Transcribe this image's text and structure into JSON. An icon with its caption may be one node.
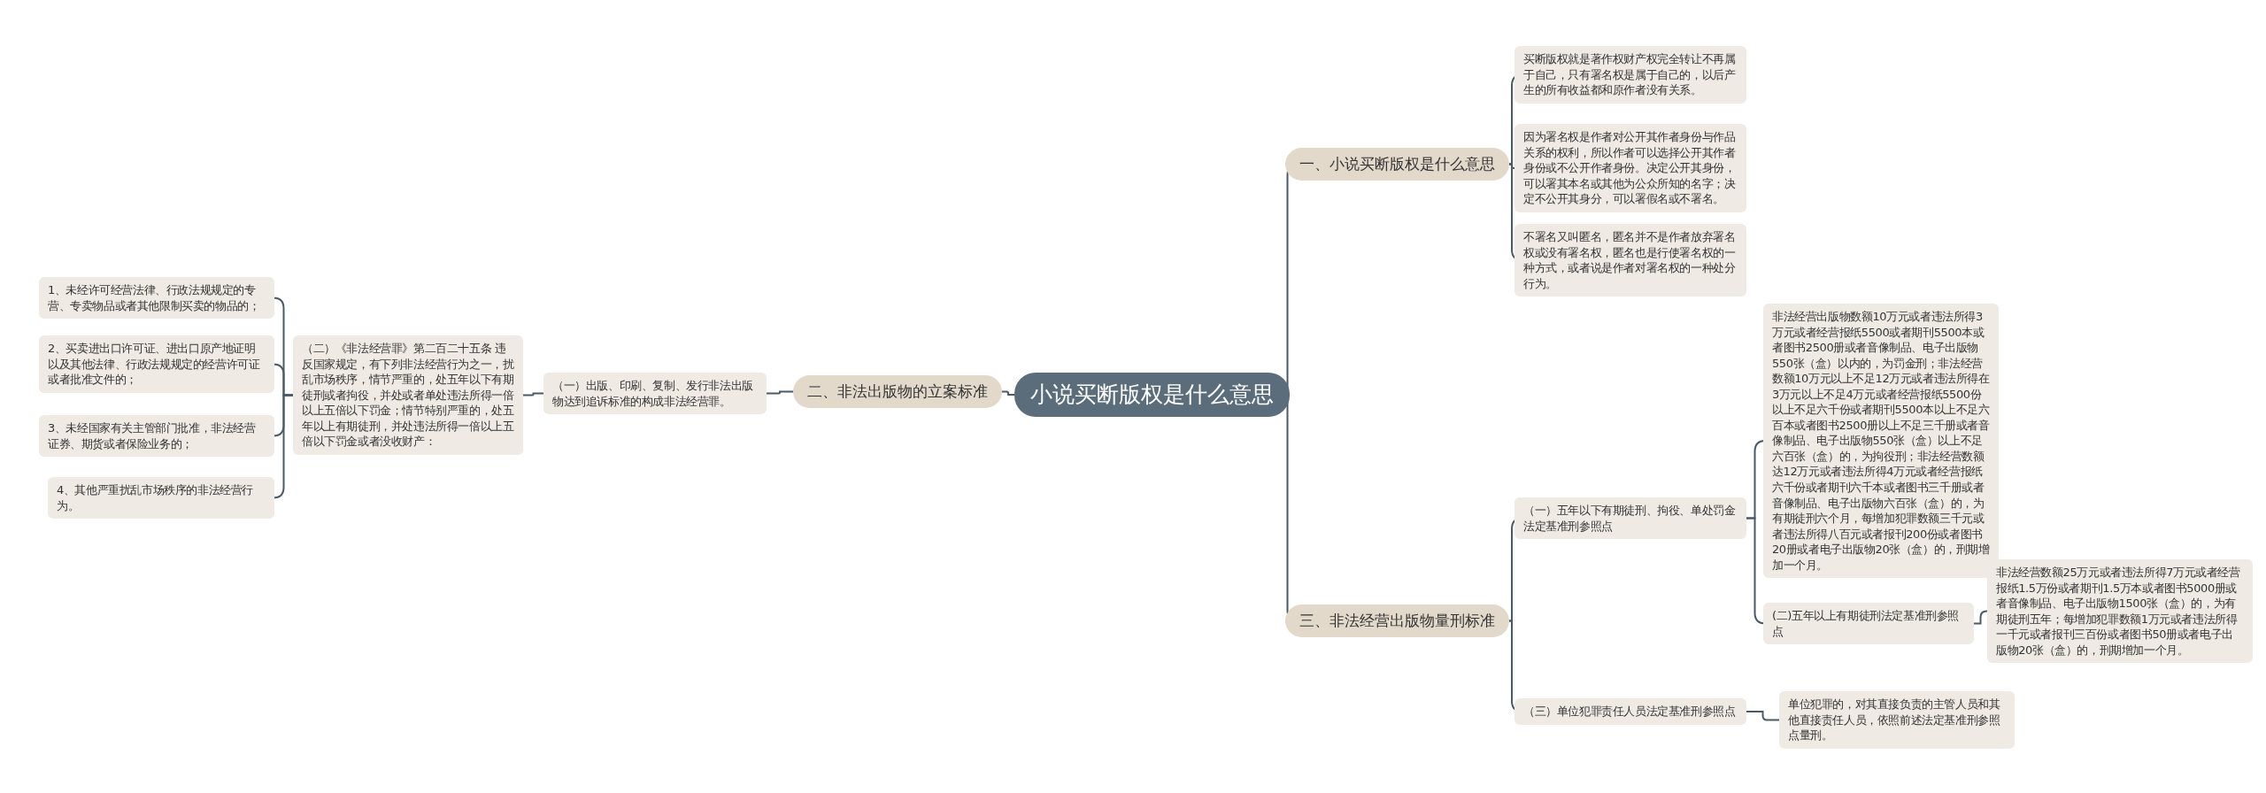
{
  "diagram": {
    "nodes": [
      {
        "text": [
          "小说买断版权是什么意思"
        ]
      },
      {
        "text": [
          "一、小说买断版权是什么意思"
        ]
      },
      {
        "text": [
          "买断版权就是著作权财产权完全转让不再属于自己，只有署名权是属于自己的，以后产生的所有收益都和原作者没有关系。"
        ]
      },
      {
        "text": [
          "因为署名权是作者对公开其作者身份与作品关系的权利，所以作者可以选择公开其作者身份或不公开作者身份。决定公开其身份，可以署其本名或其他为公众所知的名字；决定不公开其身分，可以署假名或不署名。"
        ]
      },
      {
        "text": [
          "不署名又叫匿名，匿名并不是作者放弃署名权或没有署名权，匿名也是行使署名权的一种方式，或者说是作者对署名权的一种处分行为。"
        ]
      },
      {
        "text": [
          "二、非法出版物的立案标准"
        ]
      },
      {
        "text": [
          "（一）出版、印刷、复制、发行非法出版物达到追诉标准的构成非法经营罪。"
        ]
      },
      {
        "text": [
          "（二）《非法经营罪》第二百二十五条 违反国家规定，有下列非法经营行为之一，扰乱市场秩序，情节严重的，处五年以下有期徒刑或者拘役，并处或者单处违法所得一倍以上五倍以下罚金；情节特别严重的，处五年以上有期徒刑，并处违法所得一倍以上五倍以下罚金或者没收财产："
        ]
      },
      {
        "text": [
          "1、未经许可经营法律、行政法规规定的专营、专卖物品或者其他限制买卖的物品的；"
        ]
      },
      {
        "text": [
          "2、买卖进出口许可证、进出口原产地证明以及其他法律、行政法规规定的经营许可证或者批准文件的；"
        ]
      },
      {
        "text": [
          "3、未经国家有关主管部门批准，非法经营证券、期货或者保险业务的；"
        ]
      },
      {
        "text": [
          "4、其他严重扰乱市场秩序的非法经营行为。"
        ]
      },
      {
        "text": [
          "三、非法经营出版物量刑标准"
        ]
      },
      {
        "text": [
          "（一）五年以下有期徒刑、拘役、单处罚金法定基准刑参照点"
        ]
      },
      {
        "text": [
          "非法经营出版物数额10万元或者违法所得3万元或者经营报纸5500或者期刊5500本或者图书2500册或者音像制品、电子出版物550张（盒）以内的，为罚金刑；非法经营数额10万元以上不足12万元或者违法所得在3万元以上不足4万元或者经营报纸5500份以上不足六千份或者期刊5500本以上不足六百本或者图书2500册以上不足三千册或者音像制品、电子出版物550张（盒）以上不足六百张（盒）的，为拘役刑；非法经营数额达12万元或者违法所得4万元或者经营报纸六千份或者期刊六千本或者图书三千册或者音像制品、电子出版物六百张（盒）的，为有期徒刑六个月，每增加犯罪数额三千元或者违法所得八百元或者报刊200份或者图书20册或者电子出版物20张（盒）的，刑期增加一个月。"
        ]
      },
      {
        "text": [
          "(二)五年以上有期徒刑法定基准刑参照点"
        ]
      },
      {
        "text": [
          "非法经营数额25万元或者违法所得7万元或者经营报纸1.5万份或者期刊1.5万本或者图书5000册或者音像制品、电子出版物1500张（盒）的，为有期徒刑五年；每增加犯罪数额1万元或者违法所得一千元或者报刊三百份或者图书50册或者电子出版物20张（盒）的，刑期增加一个月。"
        ]
      },
      {
        "text": [
          "（三）单位犯罪责任人员法定基准刑参照点"
        ]
      },
      {
        "text": [
          "单位犯罪的，对其直接负责的主管人员和其他直接责任人员，依照前述法定基准刑参照点量刑。"
        ]
      }
    ],
    "edges": [
      {
        "from": 0,
        "to": 1,
        "arrow": "none"
      },
      {
        "from": 1,
        "to": 2,
        "arrow": "none"
      },
      {
        "from": 1,
        "to": 3,
        "arrow": "none"
      },
      {
        "from": 1,
        "to": 4,
        "arrow": "none"
      },
      {
        "from": 0,
        "to": 5,
        "arrow": "none"
      },
      {
        "from": 5,
        "to": 6,
        "arrow": "none"
      },
      {
        "from": 6,
        "to": 7,
        "arrow": "none"
      },
      {
        "from": 7,
        "to": 8,
        "arrow": "none"
      },
      {
        "from": 7,
        "to": 9,
        "arrow": "none"
      },
      {
        "from": 7,
        "to": 10,
        "arrow": "none"
      },
      {
        "from": 7,
        "to": 11,
        "arrow": "none"
      },
      {
        "from": 0,
        "to": 12,
        "arrow": "none"
      },
      {
        "from": 12,
        "to": 13,
        "arrow": "none"
      },
      {
        "from": 13,
        "to": 14,
        "arrow": "none"
      },
      {
        "from": 13,
        "to": 15,
        "arrow": "none"
      },
      {
        "from": 15,
        "to": 16,
        "arrow": "none"
      },
      {
        "from": 12,
        "to": 17,
        "arrow": "none"
      },
      {
        "from": 17,
        "to": 18,
        "arrow": "none"
      }
    ]
  }
}
